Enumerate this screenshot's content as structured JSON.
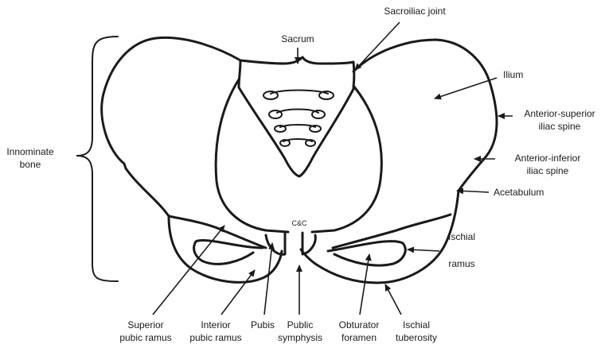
{
  "labels": {
    "sacroiliac_joint": "Sacroiliac joint",
    "sacrum": "Sacrum",
    "ilium": "Ilium",
    "anterior_superior_1": "Anterior-superior",
    "anterior_superior_2": "iliac spine",
    "anterior_inferior_1": "Anterior-inferior",
    "anterior_inferior_2": "iliac spine",
    "acetabulum": "Acetabulum",
    "ischial_ramus_1": "Ischial",
    "ischial_ramus_2": "ramus",
    "innominate_1": "Innominate",
    "innominate_2": "bone",
    "superior_pubic_1": "Superior",
    "superior_pubic_2": "pubic ramus",
    "interior_pubic_1": "Interior",
    "interior_pubic_2": "pubic ramus",
    "pubis": "Pubis",
    "public_symphysis_1": "Public",
    "public_symphysis_2": "symphysis",
    "obturator_1": "Obturator",
    "obturator_2": "foramen",
    "ischial_tuberosity_1": "Ischial",
    "ischial_tuberosity_2": "tuberosity",
    "signature": "C&C"
  },
  "colors": {
    "ink": "#1a1a1a",
    "background": "#ffffff"
  }
}
